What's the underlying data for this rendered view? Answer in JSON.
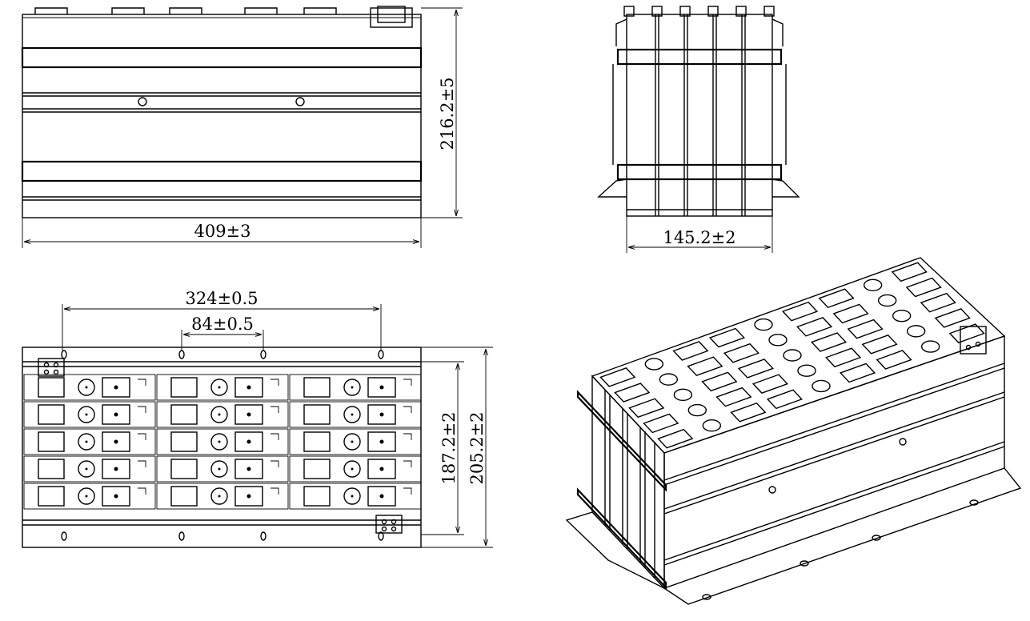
{
  "dimensions": {
    "front_width": "409±3",
    "front_height": "216.2±5",
    "side_width": "145.2±2",
    "top_hole_span": "324±0.5",
    "top_hole_pitch": "84±0.5",
    "top_inner_height": "187.2±2",
    "top_outer_height": "205.2±2"
  },
  "module_grid": {
    "rows": 5,
    "groups": 3
  },
  "colors": {
    "line": "#000000",
    "background": "#ffffff"
  }
}
